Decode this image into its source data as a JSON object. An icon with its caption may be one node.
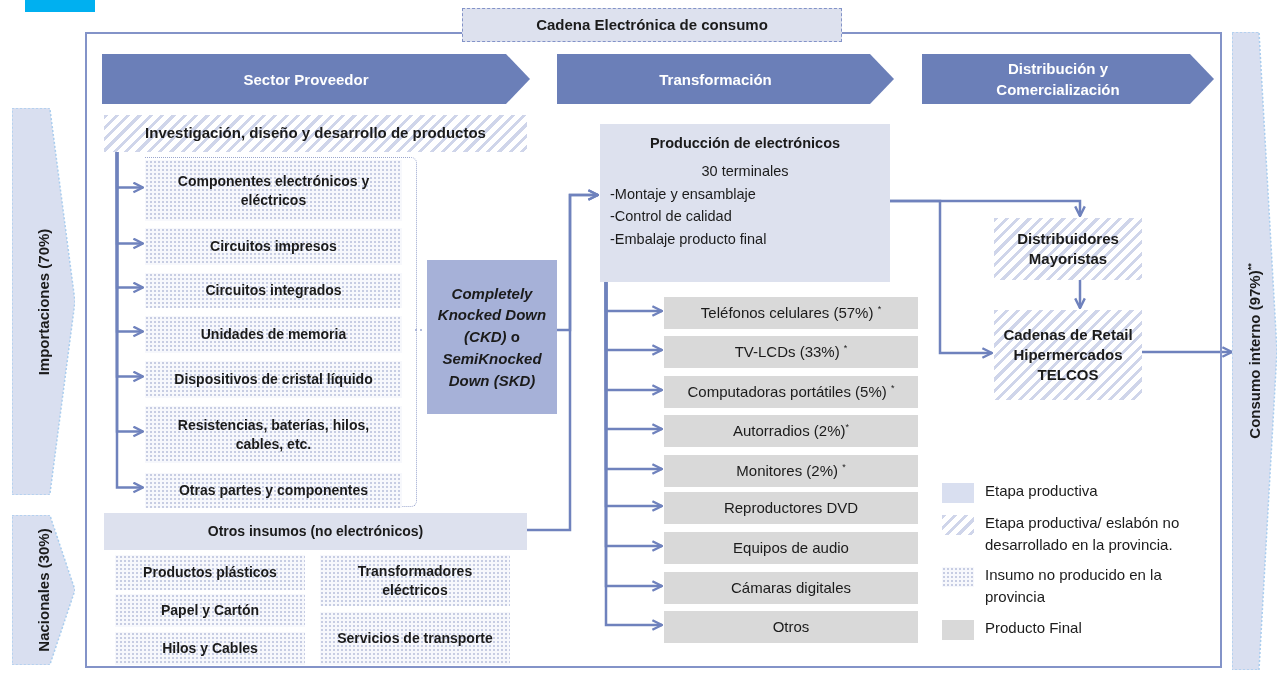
{
  "diagram": {
    "nodes": [
      {
        "text": [
          "Cadena Electrónica de consumo"
        ]
      },
      {
        "text": [
          "Sector Proveedor"
        ],
        "in": 0
      },
      {
        "text": [
          "Transformación"
        ],
        "in": 0
      },
      {
        "text": [
          "Distribución y Comercialización"
        ],
        "in": 0
      },
      {
        "text": [
          "Investigación, diseño y desarrollo de productos"
        ],
        "in": 0
      },
      {
        "text": [],
        "shape": "box",
        "in": 0
      },
      {
        "text": [
          "Componentes electrónicos y eléctricos"
        ],
        "in": 5
      },
      {
        "text": [
          "Circuitos impresos"
        ],
        "in": 5
      },
      {
        "text": [
          "Circuitos integrados"
        ],
        "in": 5
      },
      {
        "text": [
          "Unidades de memoria"
        ],
        "in": 5
      },
      {
        "text": [
          "Dispositivos de cristal líquido"
        ],
        "in": 5
      },
      {
        "text": [
          "Resistencias, baterías, hilos, cables, etc."
        ],
        "in": 5
      },
      {
        "text": [
          "Otras partes y componentes"
        ],
        "in": 5
      },
      {
        "text": [
          "*Completely Knocked Down (CKD)* o *SemiKnocked Down (SKD)*"
        ],
        "in": 0
      },
      {
        "text": [
          "Otros insumos (no electrónicos)"
        ],
        "in": 0
      },
      {
        "text": [
          "Productos plásticos"
        ],
        "in": 0
      },
      {
        "text": [
          "Papel y Cartón"
        ],
        "in": 0
      },
      {
        "text": [
          "Hilos y Cables"
        ],
        "in": 0
      },
      {
        "text": [
          "Transformadores eléctricos"
        ],
        "in": 0
      },
      {
        "text": [
          "Servicios de transporte"
        ],
        "in": 0
      },
      {
        "text": [
          "Producción de electrónicos",
          "30 terminales",
          "-Montaje y ensamblaje",
          "-Control de calidad",
          "-Embalaje producto final"
        ],
        "in": 0
      },
      {
        "text": [
          "Teléfonos celulares (57%) $^{*}$"
        ],
        "in": 0
      },
      {
        "text": [
          "TV-LCDs (33%) $^{*}$"
        ],
        "in": 0
      },
      {
        "text": [
          "Computadoras portátiles (5%) $^{*}$"
        ],
        "in": 0
      },
      {
        "text": [
          "Autorradios (2%)$^{*}$"
        ],
        "in": 0
      },
      {
        "text": [
          "Monitores (2%) $^{*}$"
        ],
        "in": 0
      },
      {
        "text": [
          "Reproductores DVD"
        ],
        "in": 0
      },
      {
        "text": [
          "Equipos de audio"
        ],
        "in": 0
      },
      {
        "text": [
          "Cámaras digitales"
        ],
        "in": 0
      },
      {
        "text": [
          "Otros"
        ],
        "in": 0
      },
      {
        "text": [
          "Distribuidores Mayoristas"
        ],
        "in": 0
      },
      {
        "text": [
          "Cadenas de Retail Hipermercados TELCOS"
        ],
        "in": 0
      },
      {
        "text": [
          "Importaciones (70%)"
        ]
      },
      {
        "text": [
          "Nacionales (30%)"
        ]
      },
      {
        "text": [
          "Consumo interno (97%)$^{**}$"
        ]
      }
    ],
    "edges": [
      {
        "from": 4,
        "to": 6,
        "arrow": "to"
      },
      {
        "from": 4,
        "to": 7,
        "arrow": "to"
      },
      {
        "from": 4,
        "to": 8,
        "arrow": "to"
      },
      {
        "from": 4,
        "to": 9,
        "arrow": "to"
      },
      {
        "from": 4,
        "to": 10,
        "arrow": "to"
      },
      {
        "from": 4,
        "to": 11,
        "arrow": "to"
      },
      {
        "from": 4,
        "to": 12,
        "arrow": "to"
      },
      {
        "from": 5,
        "to": 13,
        "arrow": "none",
        "style": "dashed"
      },
      {
        "from": 13,
        "to": 20,
        "arrow": "to"
      },
      {
        "from": 14,
        "to": 20,
        "arrow": "to"
      },
      {
        "from": 20,
        "to": 21,
        "arrow": "to"
      },
      {
        "from": 20,
        "to": 22,
        "arrow": "to"
      },
      {
        "from": 20,
        "to": 23,
        "arrow": "to"
      },
      {
        "from": 20,
        "to": 24,
        "arrow": "to"
      },
      {
        "from": 20,
        "to": 25,
        "arrow": "to"
      },
      {
        "from": 20,
        "to": 26,
        "arrow": "to"
      },
      {
        "from": 20,
        "to": 27,
        "arrow": "to"
      },
      {
        "from": 20,
        "to": 28,
        "arrow": "to"
      },
      {
        "from": 20,
        "to": 29,
        "arrow": "to"
      },
      {
        "from": 20,
        "to": 30,
        "arrow": "to"
      },
      {
        "from": 20,
        "to": 31,
        "arrow": "to"
      },
      {
        "from": 30,
        "to": 31,
        "arrow": "to"
      },
      {
        "from": 31,
        "to": 34,
        "arrow": "to"
      }
    ],
    "legend": [
      {
        "text": "Etapa productiva",
        "color": "#d9dff0"
      },
      {
        "text": "Etapa productiva/ eslabón no desarrollado en la provincia."
      },
      {
        "text": "Insumo no producido en la provincia"
      },
      {
        "text": "Producto Final",
        "color": "#d9d9d9"
      }
    ]
  }
}
